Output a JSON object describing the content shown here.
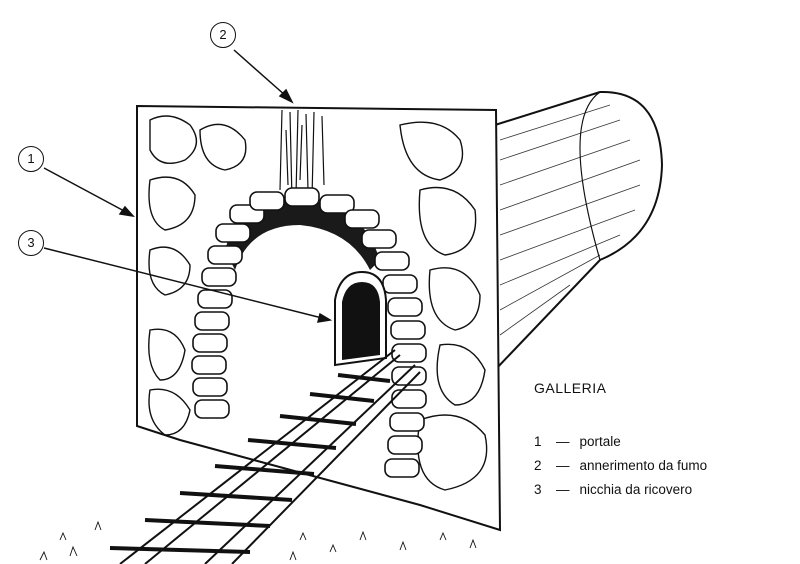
{
  "legend": {
    "title": "GALLERIA",
    "items": [
      {
        "number": "1",
        "separator": "—",
        "label": "portale"
      },
      {
        "number": "2",
        "separator": "—",
        "label": "annerimento da fumo"
      },
      {
        "number": "3",
        "separator": "—",
        "label": "nicchia da ricovero"
      }
    ]
  },
  "callouts": [
    "1",
    "2",
    "3"
  ],
  "colors": {
    "ink": "#111111",
    "paper": "#ffffff"
  }
}
